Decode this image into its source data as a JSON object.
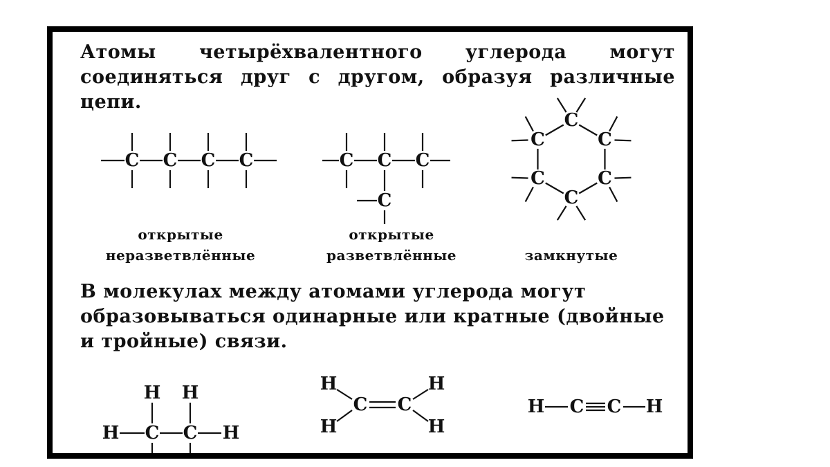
{
  "paragraphs": {
    "intro": "Атомы четырёхвалентного углерода могут соединяться друг с другом, образуя различные цепи.",
    "bonds": "В молекулах между атомами углерода могут образовываться одинарные или кратные (двойные и тройные) связи."
  },
  "chains": {
    "open_unbranched": {
      "line1": "открытые",
      "line2": "неразветвлённые"
    },
    "open_branched": {
      "line1": "открытые",
      "line2": "разветвлённые"
    },
    "closed": {
      "line1": "замкнутые"
    }
  },
  "atoms": {
    "carbon": "C",
    "hydrogen": "H"
  },
  "formulas": {
    "ethane": "H—C—C—H",
    "ethene": "H2C=CH2",
    "ethyne": "H—C≡C—H"
  }
}
